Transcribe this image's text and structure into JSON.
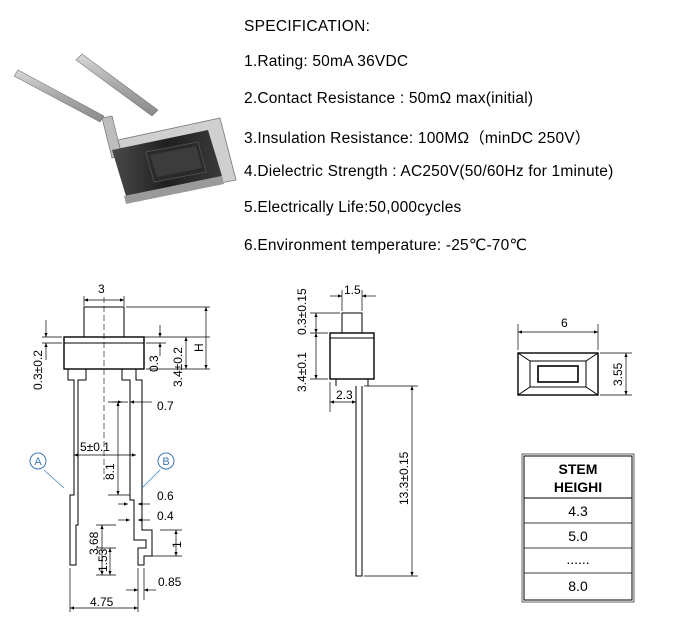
{
  "specification": {
    "title": "SPECIFICATION:",
    "items": [
      "1.Rating: 50mA 36VDC",
      "2.Contact Resistance : 50mΩ max(initial)",
      "3.Insulation Resistance: 100MΩ（minDC 250V）",
      "4.Dielectric Strength : AC250V(50/60Hz for 1minute)",
      "5.Electrically Life:50,000cycles",
      "6.Environment temperature: -25℃-70℃"
    ]
  },
  "front_view": {
    "dims": {
      "top_width": "3",
      "top_offset": "0.3±0.2",
      "stem_gap": "0.3",
      "stem_height": "3.4±0.2",
      "h": "H",
      "pin_width": "0.7",
      "pin_pitch": "5±0.1",
      "pin_length": "8.1",
      "bend_width": "0.6",
      "bend_offset": "0.4",
      "bend_len": "1",
      "lower_len": "3.68",
      "tip_len": "1.53",
      "tip_width": "0.85",
      "bottom_width": "4.75"
    },
    "markers": {
      "a": "A",
      "b": "B"
    }
  },
  "side_view": {
    "dims": {
      "top_width": "1.5",
      "top_height": "0.3±0.15",
      "body_height": "3.4±0.1",
      "offset": "2.3",
      "pin_length": "13.3±0.15"
    }
  },
  "top_view": {
    "dims": {
      "width": "6",
      "height": "3.55"
    }
  },
  "stem_table": {
    "header": [
      "STEM",
      "HEIGHI"
    ],
    "rows": [
      "4.3",
      "5.0",
      "......",
      "8.0"
    ]
  }
}
